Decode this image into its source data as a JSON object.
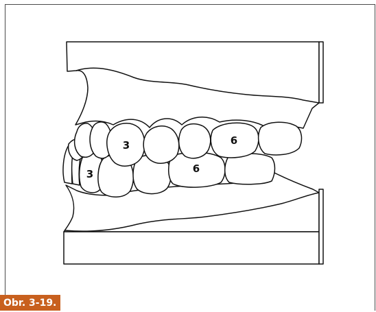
{
  "diagram": {
    "tooth_labels": {
      "upper_canine": "3",
      "upper_first_molar": "6",
      "lower_canine": "3",
      "lower_first_molar": "6"
    }
  },
  "caption": {
    "text": "Obr. 3-19."
  },
  "colors": {
    "caption_background": "#c8601e",
    "line": "#111111",
    "frame": "#4a4a4a"
  }
}
